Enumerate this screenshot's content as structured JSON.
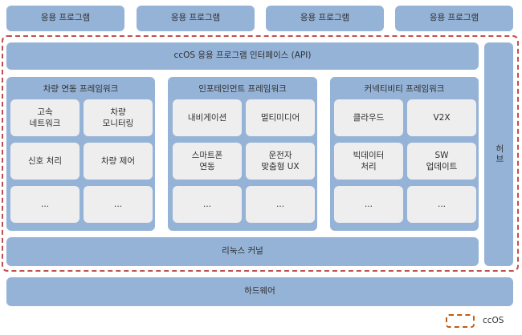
{
  "top_apps": [
    "응용 프로그램",
    "응용 프로그램",
    "응용 프로그램",
    "응용 프로그램"
  ],
  "api_layer": "ccOS 응용 프로그램 인터페이스 (API)",
  "frameworks": [
    {
      "title": "차량 연동 프레임워크",
      "cells": [
        "고속\n네트워크",
        "차량\n모니터링",
        "신호 처리",
        "차량 제어",
        "...",
        "..."
      ]
    },
    {
      "title": "인포테인먼트 프레임워크",
      "cells": [
        "내비게이션",
        "멀티미디어",
        "스마트폰\n연동",
        "운전자\n맞춤형 UX",
        "...",
        "..."
      ]
    },
    {
      "title": "커넥티비티 프레임워크",
      "cells": [
        "클라우드",
        "V2X",
        "빅데이터\n처리",
        "SW\n업데이트",
        "...",
        "..."
      ]
    }
  ],
  "kernel": "리눅스 커널",
  "hub": "허브",
  "hardware": "하드웨어",
  "legend": {
    "label": "ccOS"
  },
  "colors": {
    "block": "#95b3d7",
    "cell": "#eeeeee",
    "ccos_border": "#c0504d",
    "legend_border": "#c55a11"
  }
}
